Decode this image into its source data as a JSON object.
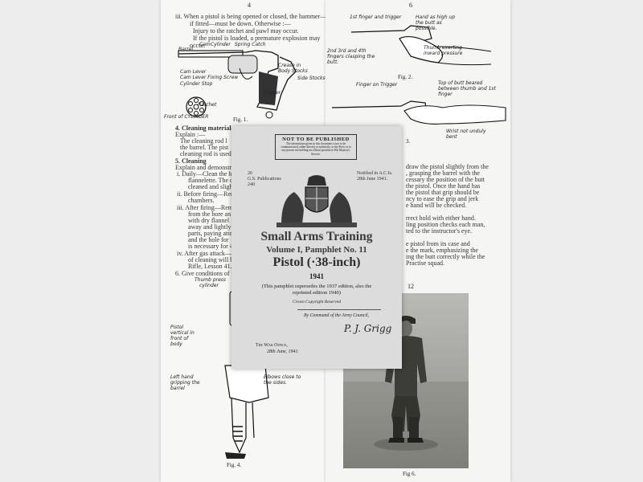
{
  "left_page": {
    "page_number": "4",
    "item_iii": "iii. When a pistol is being opened or closed, the hammer—",
    "item_iii_b": "if fitted—must be down.  Otherwise :—",
    "item_iii_c": "Injury to the ratchet and pawl may occur.",
    "item_iii_d": "If the pistol is loaded, a premature explosion may",
    "item_iii_e": "occur.",
    "fig1_caption": "Fig. 1.",
    "fig1_labels": [
      "Barrel",
      "Cam",
      "Cylinder",
      "Spring Catch",
      "Cam Lever",
      "Cam Lever Fixing Screw",
      "Cylinder Stop",
      "Crease in Body Stocks",
      "Side Stocks",
      "Trigger",
      "Ratchet",
      "Front of CYLINDER"
    ],
    "section4": "4. Cleaning materials",
    "explain": "Explain :—",
    "cleaning_rod": "The cleaning rod l",
    "barrel": "the barrel.  The pist",
    "cleaning_used": "cleaning rod is used.",
    "section5": "5. Cleaning",
    "explain_demo": "Explain and demonstrat",
    "daily": "i. Daily—Clean the bo",
    "flannelette": "flannelette.  The c",
    "cleaned": "cleaned and slight",
    "before_firing": "ii. Before firing—Remo",
    "chambers": "chambers.",
    "after_firing": "iii. After firing—Remov",
    "from_bore": "from the bore an",
    "dry_flannel": "with dry flannel",
    "away": "away and lightly",
    "parts": "parts, paying atten",
    "hole": "and the hole for",
    "necessary": "is necessary for 4",
    "gas_attack": "iv. After gas attack—A",
    "cleaning_will": "of cleaning will b",
    "rifle": "Rifle, Lesson 41.",
    "item6": "6. Give conditions of tes",
    "fig4_labels": [
      "Thumb press",
      "cylinder",
      "Pistol vertical in front of body",
      "Left hand gripping the barrel",
      "Elbows close to the sides."
    ],
    "fig4_caption": "Fig. 4."
  },
  "right_page": {
    "page_number": "6",
    "fig2_labels": [
      "1st finger and trigger",
      "Hand as high up the butt as possible.",
      "Thumb exerting inward pressure",
      "2nd 3rd and 4th fingers clasping the butt."
    ],
    "fig2_caption": "Fig. 2.",
    "fig3_labels": [
      "Finger on Trigger",
      "Top of butt beared between thumb and 1st finger",
      "Wrist not unduly bent"
    ],
    "fig3_caption": "3.",
    "text_lines": [
      "draw the pistol slightly from the",
      ", grasping the barrel with the",
      "cessary the position of the butt",
      "the pistol.  Once the hand has",
      "the pistol that grip should be",
      "ncy to ease the grip and jerk",
      "e hand will be checked.",
      "",
      "rrect hold with either hand.",
      "ling position checks each man,",
      "ted to the instructor's eye.",
      "",
      "e pistol from its case and",
      "e the mark, emphasizing the",
      "ing the butt correctly while the",
      "Practise squad."
    ],
    "page_number_2": "12",
    "fig6_caption": "Fig 6."
  },
  "cover": {
    "stamp_title": "NOT TO BE PUBLISHED",
    "stamp_text": "The information given in this document is not to be communicated, either directly or indirectly, to the Press or to any person not holding an official position in His Majesty's Service.",
    "ref_left": "26\nG.S. Publications\n240",
    "ref_right": "Notified in A.C.Is.\n28th June 1941.",
    "title": "Small Arms Training",
    "volume": "Volume I, Pamphlet No. 11",
    "subject": "Pistol (·38-inch)",
    "year": "1941",
    "supersedes": "(This pamphlet supersedes the 1937 edition, also the reprinted edition 1940)",
    "copyright": "Crown Copyright Reserved",
    "command": "By Command of the Army Council,",
    "signature": "P. J. Grigg",
    "office": "The War Office,",
    "date": "28th June, 1941."
  }
}
